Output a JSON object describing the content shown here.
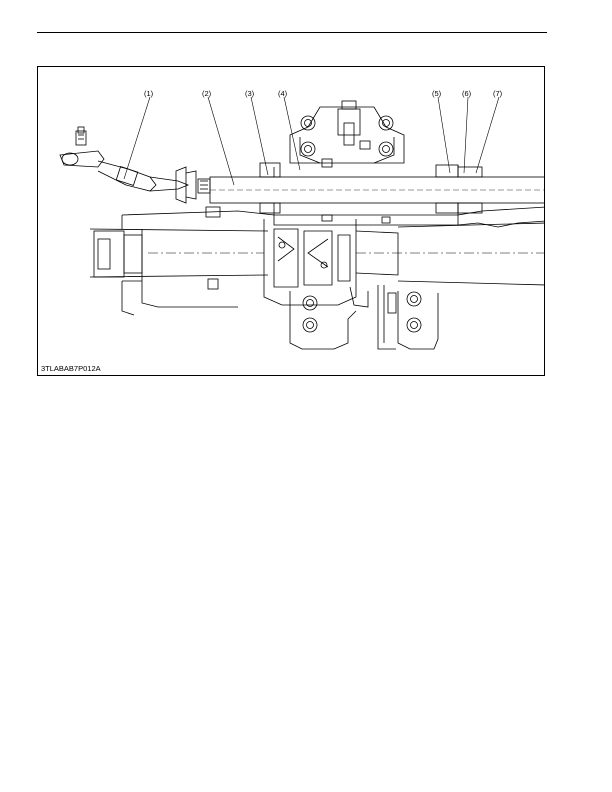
{
  "figure": {
    "code": "3TLABAB7P012A",
    "callouts": [
      "(1)",
      "(2)",
      "(3)",
      "(4)",
      "(5)",
      "(6)",
      "(7)"
    ]
  }
}
